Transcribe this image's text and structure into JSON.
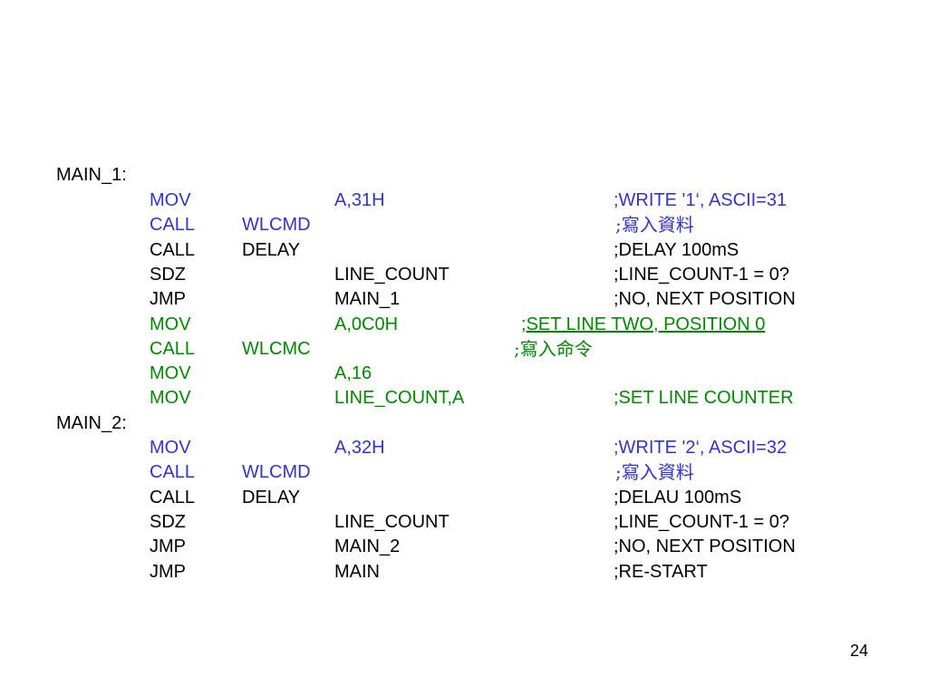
{
  "colors": {
    "blue": "#3333cc",
    "green": "#008800",
    "black": "#000000",
    "background": "#ffffff"
  },
  "main1": {
    "label": "MAIN_1:",
    "lines": [
      {
        "op": "MOV",
        "arg2": "A,31H",
        "comment": ";WRITE '1‘, ASCII=31"
      },
      {
        "op": "CALL",
        "arg1": "WLCMD",
        "comment": ";寫入資料"
      },
      {
        "op": "CALL",
        "arg1": "DELAY",
        "comment": ";DELAY 100mS"
      },
      {
        "op": "SDZ",
        "arg2": "LINE_COUNT",
        "comment": ";LINE_COUNT-1 = 0?"
      },
      {
        "op": "JMP",
        "arg2": "MAIN_1",
        "comment": ";NO, NEXT POSITION"
      },
      {
        "op": "MOV",
        "arg2": "A,0C0H",
        "comment_prefix": ";",
        "comment": "SET LINE TWO, POSITION 0"
      },
      {
        "op": "CALL",
        "arg1": "WLCMC",
        "comment": ";寫入命令"
      },
      {
        "op": "MOV",
        "arg2": "A,16"
      },
      {
        "op": "MOV",
        "arg2": "LINE_COUNT,A",
        "comment": ";SET LINE COUNTER"
      }
    ]
  },
  "main2": {
    "label": "MAIN_2:",
    "lines": [
      {
        "op": "MOV",
        "arg2": "A,32H",
        "comment": ";WRITE '2‘, ASCII=32"
      },
      {
        "op": "CALL",
        "arg1": "WLCMD",
        "comment": ";寫入資料"
      },
      {
        "op": "CALL",
        "arg1": "DELAY",
        "comment": ";DELAU 100mS"
      },
      {
        "op": "SDZ",
        "arg2": "LINE_COUNT",
        "comment": ";LINE_COUNT-1 = 0?"
      },
      {
        "op": "JMP",
        "arg2": "MAIN_2",
        "comment": ";NO, NEXT POSITION"
      },
      {
        "op": "JMP",
        "arg2": "MAIN",
        "comment": ";RE-START"
      }
    ]
  },
  "page_number": "24"
}
